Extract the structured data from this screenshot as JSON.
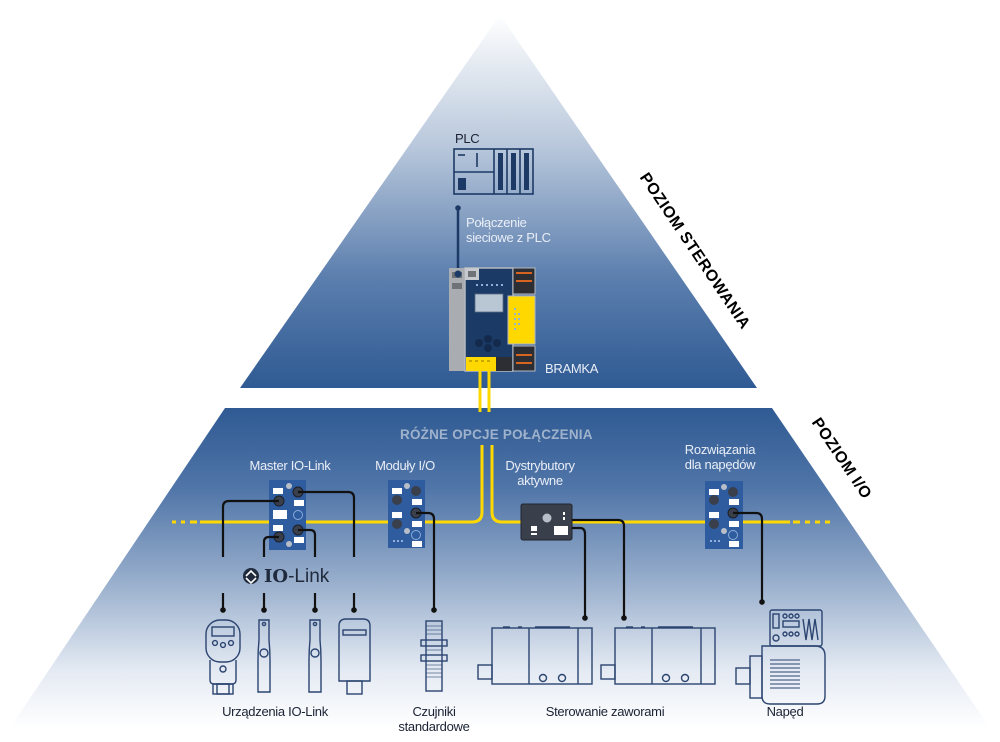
{
  "levels": {
    "control": "POZIOM STEROWANIA",
    "io": "POZIOM I/O"
  },
  "control_level": {
    "plc_label": "PLC",
    "network_label_line1": "Połączenie",
    "network_label_line2": "sieciowe z PLC",
    "gateway_label": "BRAMKA"
  },
  "io_level": {
    "connection_options_title": "RÓŻNE OPCJE POŁĄCZENIA",
    "components": [
      {
        "id": "master-io-link",
        "label_line1": "Master IO-Link",
        "label_line2": ""
      },
      {
        "id": "io-modules",
        "label_line1": "Moduły I/O",
        "label_line2": ""
      },
      {
        "id": "active-distributors",
        "label_line1": "Dystrybutory",
        "label_line2": "aktywne"
      },
      {
        "id": "drive-solutions",
        "label_line1": "Rozwiązania",
        "label_line2": "dla napędów"
      }
    ],
    "io_link_logo": {
      "bold": "IO",
      "rest": "-Link"
    },
    "devices": [
      {
        "id": "io-link-devices",
        "label_line1": "Urządzenia IO-Link",
        "label_line2": ""
      },
      {
        "id": "standard-sensors",
        "label_line1": "Czujniki",
        "label_line2": "standardowe"
      },
      {
        "id": "valve-control",
        "label_line1": "Sterowanie zaworami",
        "label_line2": ""
      },
      {
        "id": "drive",
        "label_line1": "Napęd",
        "label_line2": ""
      }
    ]
  },
  "colors": {
    "pyramid_dark": "#2f5a93",
    "pyramid_light": "#ffffff",
    "bus_yellow": "#ffd800",
    "module_blue": "#2e5c9e",
    "cable_black": "#111111",
    "device_outline": "#2b4470",
    "distributor_dark": "#3a3f4c",
    "safety_yellow": "#ffd800"
  }
}
